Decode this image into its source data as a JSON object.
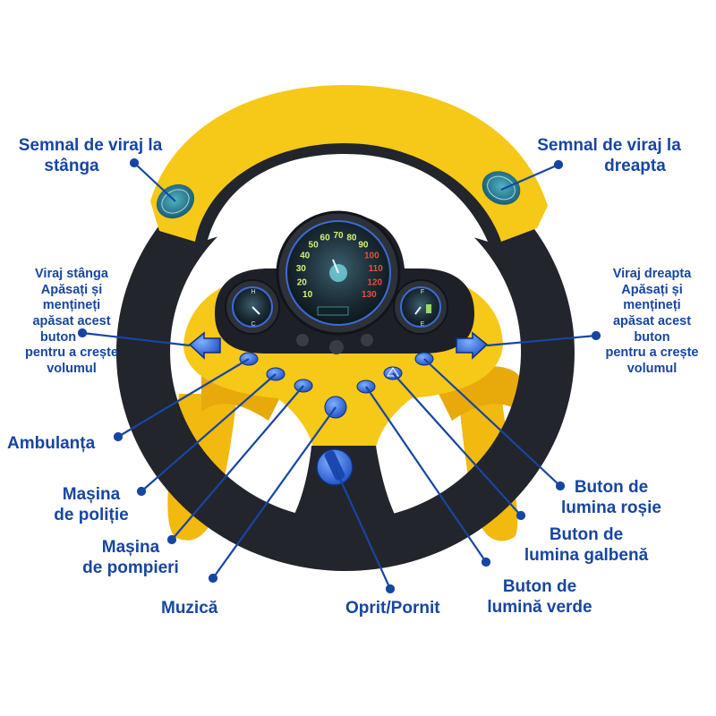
{
  "labels": {
    "left_turn_signal": [
      "Semnal de viraj la",
      "stânga"
    ],
    "right_turn_signal": [
      "Semnal de viraj la",
      "dreapta"
    ],
    "turn_left": [
      "Viraj stânga",
      "Apăsați și",
      "mențineți",
      "apăsat acest",
      "buton",
      "pentru a crește",
      "volumul"
    ],
    "turn_right": [
      "Viraj dreapta",
      "Apăsați și",
      "mențineți",
      "apăsat acest",
      "buton",
      "pentru a crește",
      "volumul"
    ],
    "ambulance": "Ambulanța",
    "police_car": [
      "Mașina",
      "de poliție"
    ],
    "fire_truck": [
      "Mașina",
      "de pompieri"
    ],
    "music": "Muzică",
    "power": "Oprit/Pornit",
    "red_light": [
      "Buton de",
      "lumina roșie"
    ],
    "yellow_light": [
      "Buton de",
      "lumina galbenă"
    ],
    "green_light": [
      "Buton de",
      "lumină verde"
    ]
  },
  "gauge": {
    "speed_ticks": [
      "10",
      "20",
      "30",
      "40",
      "50",
      "60",
      "70",
      "80",
      "90",
      "100",
      "110",
      "120",
      "130"
    ],
    "left_gauge": [
      "H",
      "C"
    ],
    "right_gauge": [
      "F",
      "E"
    ]
  },
  "colors": {
    "label_blue": "#1746a2",
    "wheel_yellow": "#f6c818",
    "wheel_black": "#22252b",
    "button_blue": "#2f66d6"
  }
}
